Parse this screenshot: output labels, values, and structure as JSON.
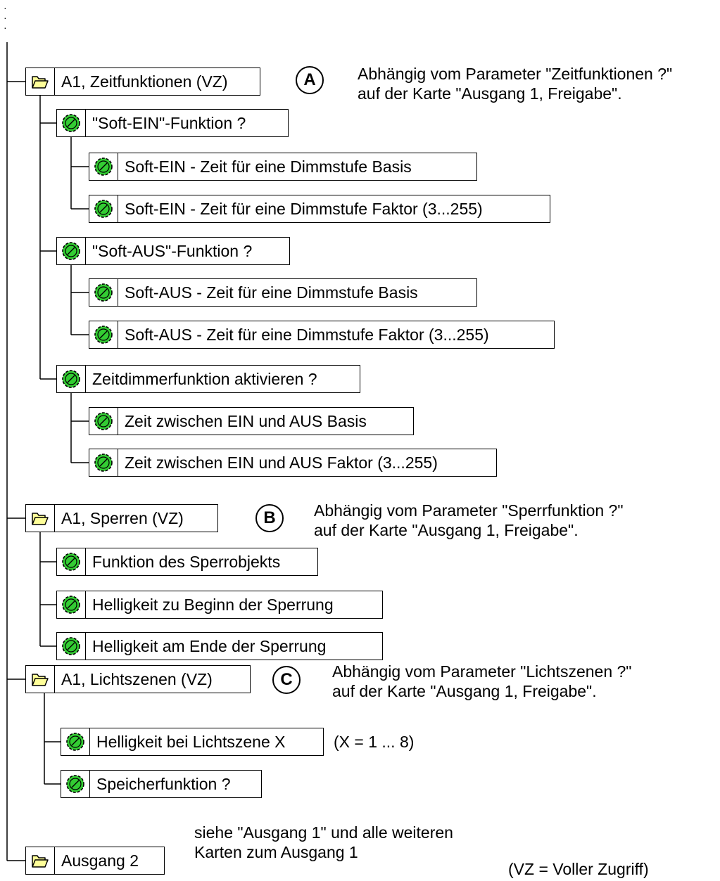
{
  "tree": {
    "folders": [
      {
        "label": "A1, Zeitfunktionen (VZ)",
        "marker": "A",
        "note": [
          "Abhängig vom Parameter \"Zeitfunktionen ?\"",
          "auf der Karte \"Ausgang 1, Freigabe\"."
        ],
        "params": [
          {
            "label": "\"Soft-EIN\"-Funktion ?",
            "children": [
              "Soft-EIN - Zeit für eine Dimmstufe Basis",
              "Soft-EIN - Zeit für eine Dimmstufe Faktor (3...255)"
            ]
          },
          {
            "label": "\"Soft-AUS\"-Funktion ?",
            "children": [
              "Soft-AUS - Zeit für eine Dimmstufe Basis",
              "Soft-AUS - Zeit für eine Dimmstufe Faktor (3...255)"
            ]
          },
          {
            "label": "Zeitdimmerfunktion aktivieren ?",
            "children": [
              "Zeit zwischen EIN und AUS Basis",
              "Zeit zwischen EIN und AUS Faktor (3...255)"
            ]
          }
        ]
      },
      {
        "label": "A1, Sperren (VZ)",
        "marker": "B",
        "note": [
          "Abhängig vom Parameter \"Sperrfunktion ?\"",
          "auf der Karte \"Ausgang 1, Freigabe\"."
        ],
        "params": [
          {
            "label": "Funktion des Sperrobjekts"
          },
          {
            "label": "Helligkeit zu Beginn der Sperrung"
          },
          {
            "label": "Helligkeit am Ende der Sperrung"
          }
        ]
      },
      {
        "label": "A1, Lichtszenen (VZ)",
        "marker": "C",
        "note": [
          "Abhängig vom Parameter \"Lichtszenen ?\"",
          "auf der Karte \"Ausgang 1, Freigabe\"."
        ],
        "params": [
          {
            "label": "Helligkeit bei Lichtszene X",
            "annotation": "(X = 1 ... 8)"
          },
          {
            "label": "Speicherfunktion ?"
          }
        ]
      },
      {
        "label": "Ausgang 2",
        "note": [
          "siehe \"Ausgang 1\" und alle weiteren",
          "Karten zum Ausgang 1"
        ]
      }
    ],
    "footnote": "(VZ = Voller Zugriff)"
  },
  "colors": {
    "folder_fill": "#ffff99",
    "param_icon": "#33cc33",
    "line": "#000000"
  },
  "icons": {
    "folder": "folder-icon",
    "param": "parameter-icon"
  }
}
